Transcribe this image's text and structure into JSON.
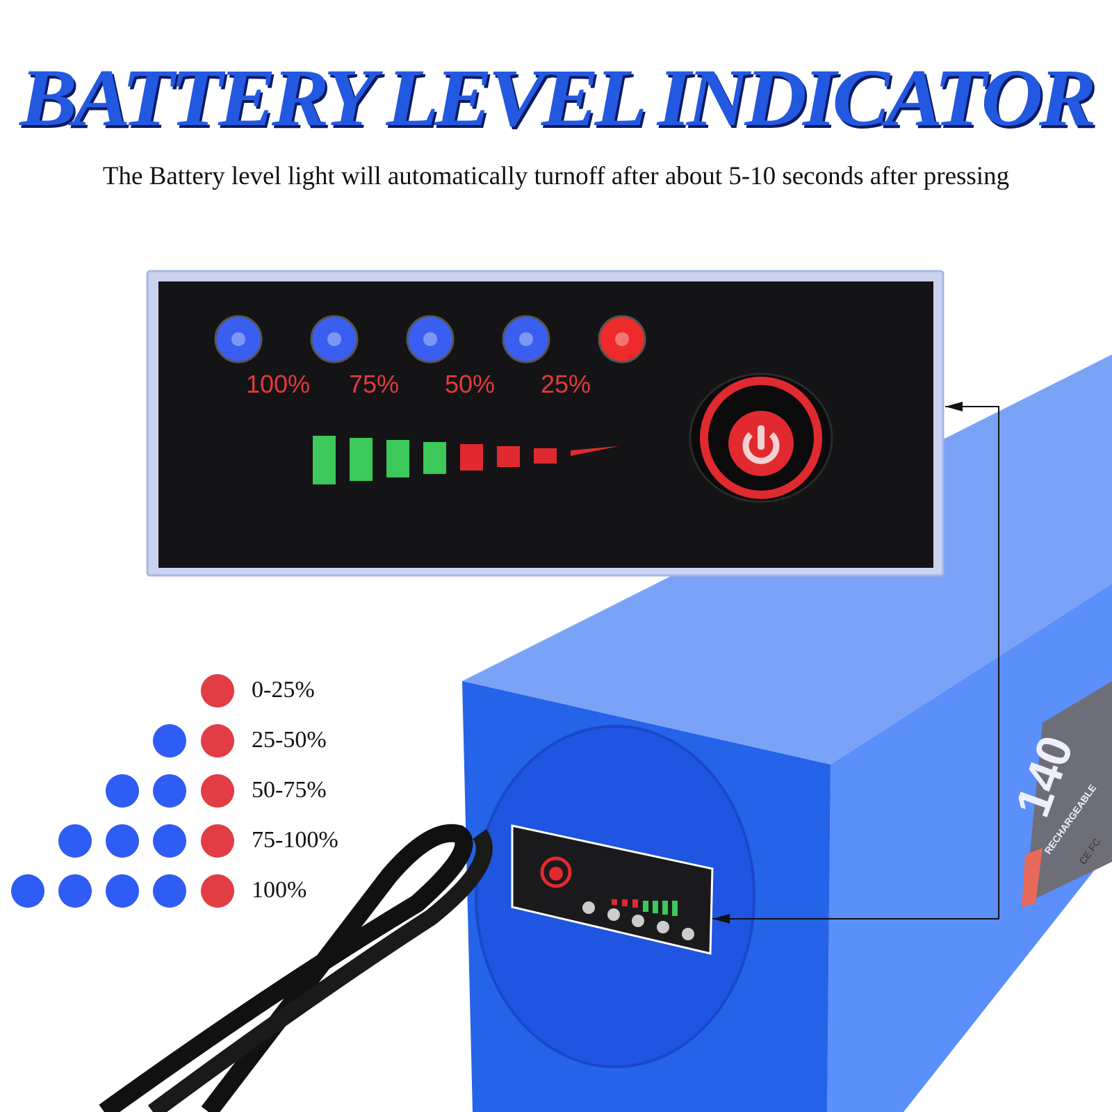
{
  "title": "BATTERY LEVEL INDICATOR",
  "subtitle": "The Battery level light will automatically turnoff after about 5-10 seconds after pressing",
  "panel": {
    "led_labels": [
      "100%",
      "75%",
      "50%",
      "25%"
    ],
    "led_colors": [
      "#3a5ff0",
      "#3a5ff0",
      "#3a5ff0",
      "#3a5ff0",
      "#ee2a2a"
    ]
  },
  "legend": [
    {
      "label": "0-25%",
      "blue_dots": 0
    },
    {
      "label": "25-50%",
      "blue_dots": 1
    },
    {
      "label": "50-75%",
      "blue_dots": 2
    },
    {
      "label": "75-100%",
      "blue_dots": 3
    },
    {
      "label": "100%",
      "blue_dots": 4
    }
  ],
  "battery_label": {
    "capacity": "140",
    "sub": "RECHARGEABLE",
    "cert": "CE FC"
  },
  "colors": {
    "accent": "#2358e0",
    "red": "#e23c44",
    "blue": "#2f5cf4",
    "green": "#3cc85a"
  }
}
